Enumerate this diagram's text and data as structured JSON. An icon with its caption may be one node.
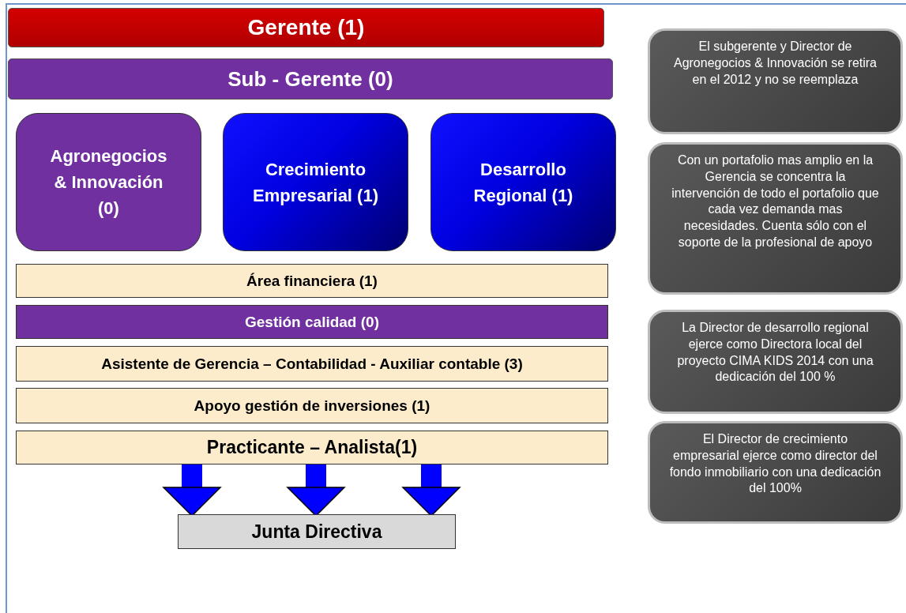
{
  "diagram": {
    "nodes": [
      {
        "text": [
          "Gerente (1)"
        ]
      },
      {
        "text": [
          "Sub - Gerente (0)"
        ]
      },
      {
        "text": [
          "Agronegocios & Innovación (0)"
        ]
      },
      {
        "text": [
          "Crecimiento Empresarial (1)"
        ]
      },
      {
        "text": [
          "Desarrollo Regional (1)"
        ]
      },
      {
        "text": [
          "Área financiera (1)"
        ]
      },
      {
        "text": [
          "Gestión calidad (0)"
        ]
      },
      {
        "text": [
          "Asistente de Gerencia  – Contabilidad - Auxiliar contable  (3)"
        ]
      },
      {
        "text": [
          "Apoyo gestión de inversiones (1)"
        ]
      },
      {
        "text": [
          "Practicante  – Analista(1)"
        ]
      },
      {
        "text": [
          "Junta Directiva"
        ]
      },
      {
        "text": [
          "El subgerente y Director de Agronegocios & Innovación se retira en el 2012 y no se reemplaza"
        ]
      },
      {
        "text": [
          "Con un portafolio mas amplio en la Gerencia se concentra la intervención de todo el portafolio que cada vez demanda mas necesidades. Cuenta sólo con el soporte de la profesional de apoyo"
        ]
      },
      {
        "text": [
          "La Director de desarrollo regional ejerce como Directora local del proyecto CIMA KIDS 2014 con una dedicación del 100 %"
        ]
      },
      {
        "text": [
          "El Director de crecimiento empresarial ejerce como director del fondo inmobiliario con una dedicación del 100%"
        ]
      }
    ],
    "edges": [
      {
        "from": 9,
        "to": 10,
        "arrow": "to"
      },
      {
        "from": 9,
        "to": 10,
        "arrow": "to"
      },
      {
        "from": 9,
        "to": 10,
        "arrow": "to"
      }
    ]
  }
}
